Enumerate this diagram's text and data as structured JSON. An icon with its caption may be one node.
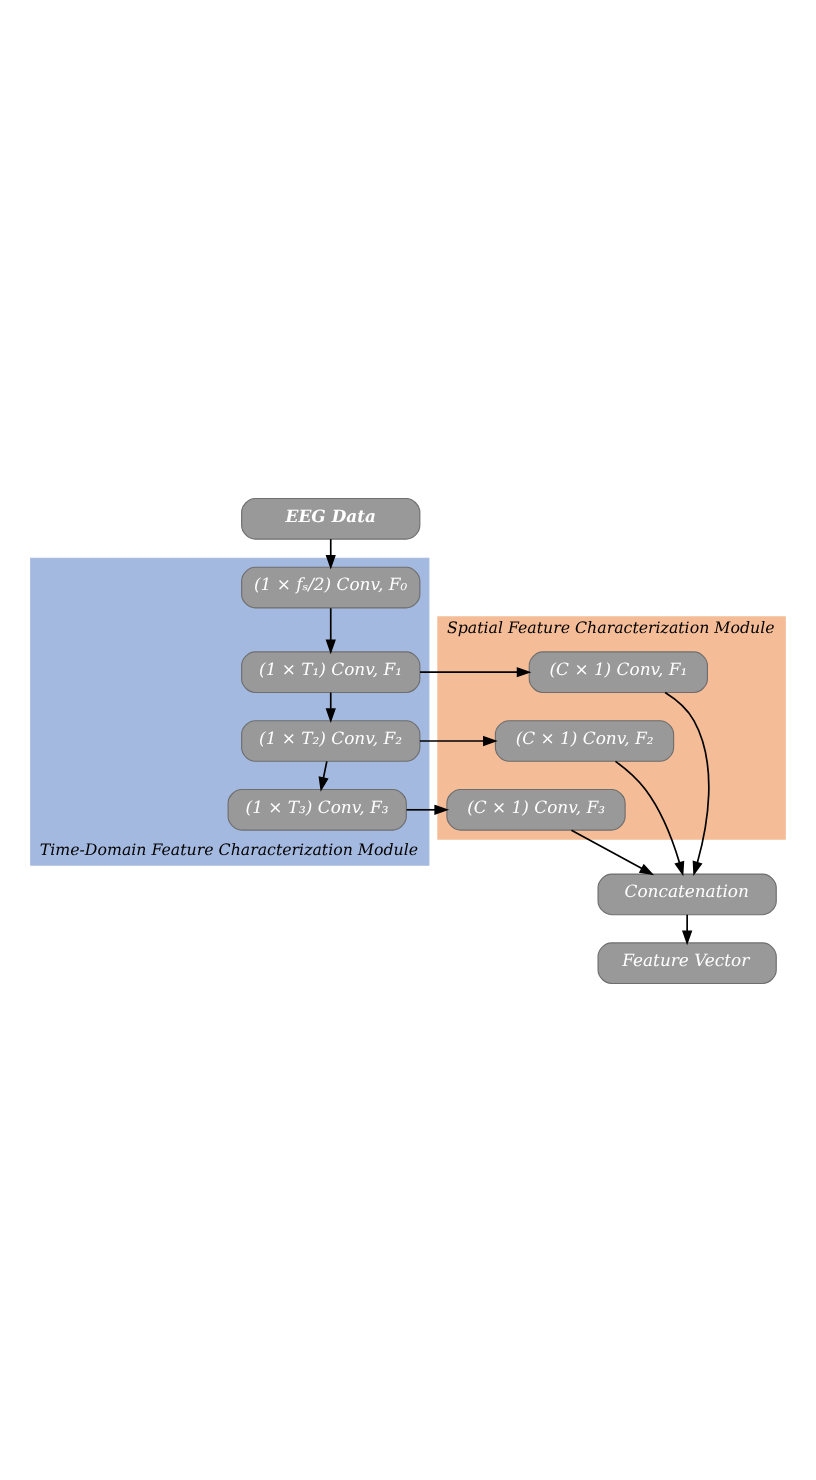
{
  "diagram": {
    "nodes": [
      {
        "text": [
          "EEG Data"
        ]
      },
      {
        "text": [
          "Time-Domain Feature Characterization Module"
        ]
      },
      {
        "text": [
          "(1 × fₛ/2) Conv, F₀"
        ],
        "in": 1
      },
      {
        "text": [
          "Spatial Feature Characterization Module"
        ]
      },
      {
        "text": [
          "(C × 1) Conv, F₁"
        ],
        "in": 3
      },
      {
        "text": [
          "(1 × T₁) Conv, F₁"
        ],
        "in": 1
      },
      {
        "text": [
          "(C × 1) Conv, F₂"
        ],
        "in": 3
      },
      {
        "text": [
          "(1 × T₂) Conv, F₂"
        ],
        "in": 1
      },
      {
        "text": [
          "(C × 1) Conv, F₃"
        ],
        "in": 3
      },
      {
        "text": [
          "(1 × T₃) Conv, F₃"
        ],
        "in": 1
      },
      {
        "text": [
          "Concatenation"
        ]
      },
      {
        "text": [
          "Feature Vector"
        ]
      }
    ],
    "edges": [
      {
        "from": 0,
        "to": 2,
        "arrow": "to"
      },
      {
        "from": 2,
        "to": 5,
        "arrow": "to"
      },
      {
        "from": 5,
        "to": 4,
        "arrow": "to"
      },
      {
        "from": 5,
        "to": 7,
        "arrow": "to"
      },
      {
        "from": 7,
        "to": 6,
        "arrow": "to"
      },
      {
        "from": 7,
        "to": 9,
        "arrow": "to"
      },
      {
        "from": 9,
        "to": 8,
        "arrow": "to"
      },
      {
        "from": 4,
        "to": 10,
        "arrow": "to"
      },
      {
        "from": 6,
        "to": 10,
        "arrow": "to"
      },
      {
        "from": 8,
        "to": 10,
        "arrow": "to"
      },
      {
        "from": 10,
        "to": 11,
        "arrow": "to"
      }
    ]
  }
}
